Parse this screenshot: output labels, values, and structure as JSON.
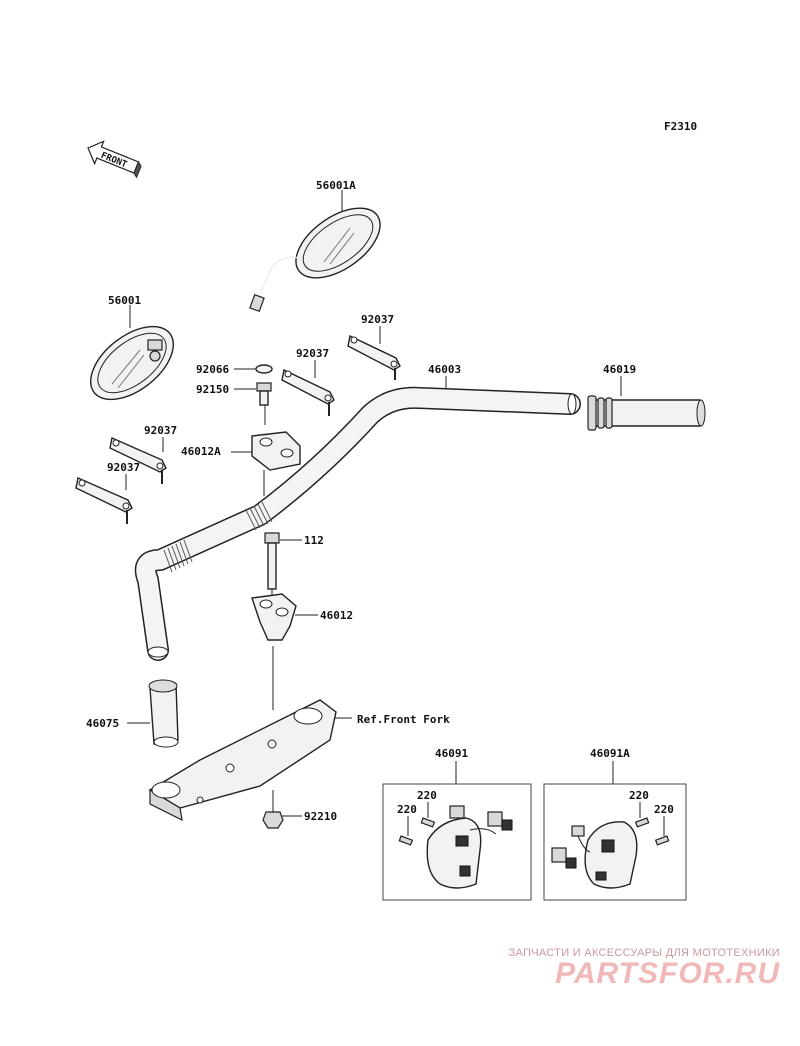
{
  "figure_code": "F2310",
  "front_arrow": "FRONT",
  "labels": {
    "mirror_right": "56001A",
    "mirror_left": "56001",
    "clamp_upper": "46012A",
    "clamp_lower": "46012",
    "bolt_112": "112",
    "grip_left": "46075",
    "grip_right": "46019",
    "handlebar": "46003",
    "ref_front_fork": "Ref.Front Fork",
    "washer_92066": "92066",
    "bolt_92150": "92150",
    "bolt_92037_a": "92037",
    "bolt_92037_b": "92037",
    "bolt_92037_c": "92037",
    "bolt_92037_d": "92037",
    "nut_92210": "92210",
    "switch_left": "46091",
    "switch_right": "46091A",
    "screw_220_a": "220",
    "screw_220_b": "220",
    "screw_220_c": "220",
    "screw_220_d": "220"
  },
  "watermark": {
    "tagline": "ЗАПЧАСТИ И АКСЕССУАРЫ ДЛЯ МОТОТЕХНИКИ",
    "logo": "PARTSFOR.RU"
  }
}
